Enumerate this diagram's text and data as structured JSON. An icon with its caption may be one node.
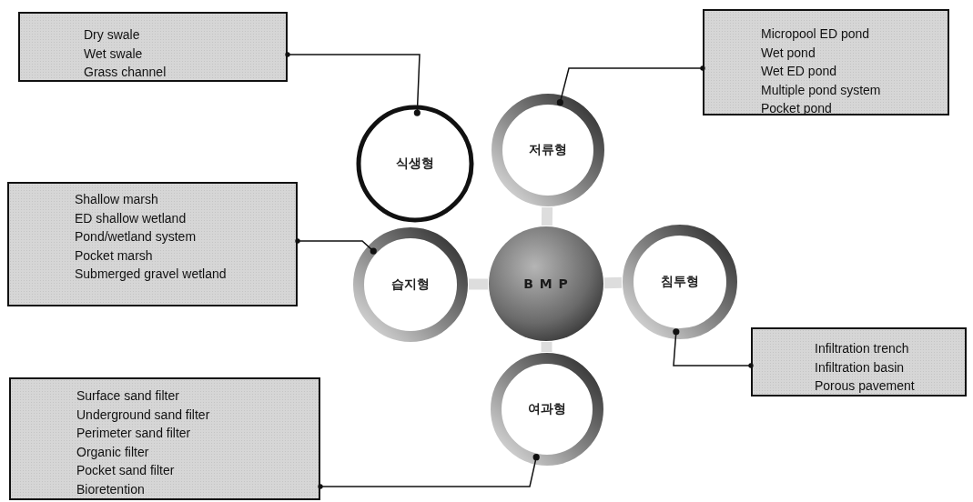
{
  "diagram": {
    "nodes": [
      {
        "text": [
          "Dry swale",
          "Wet swale",
          "Grass channel"
        ]
      },
      {
        "text": [
          "Micropool ED pond",
          "Wet pond",
          "Wet ED pond",
          "Multiple pond system",
          "Pocket pond"
        ]
      },
      {
        "text": [
          "식생형"
        ]
      },
      {
        "text": [
          "저류형"
        ]
      },
      {
        "text": [
          "Shallow marsh",
          "ED shallow wetland",
          "Pond/wetland system",
          "Pocket marsh",
          "Submerged gravel wetland"
        ]
      },
      {
        "text": [
          "습지형"
        ]
      },
      {
        "text": [
          "B M P"
        ]
      },
      {
        "text": [
          "침투형"
        ]
      },
      {
        "text": [
          "Infiltration trench",
          "Infiltration basin",
          "Porous pavement"
        ]
      },
      {
        "text": [
          "여과형"
        ]
      },
      {
        "text": [
          "Surface sand filter",
          "Underground sand filter",
          "Perimeter sand filter",
          "Organic filter",
          "Pocket sand filter",
          "Bioretention"
        ]
      }
    ],
    "edges": [
      {
        "from": 0,
        "to": 2,
        "arrow": "other"
      },
      {
        "from": 1,
        "to": 3,
        "arrow": "other"
      },
      {
        "from": 4,
        "to": 5,
        "arrow": "other"
      },
      {
        "from": 8,
        "to": 7,
        "arrow": "other"
      },
      {
        "from": 10,
        "to": 9,
        "arrow": "other"
      },
      {
        "from": 6,
        "to": 3,
        "arrow": "none",
        "style": "thick",
        "color": "#dddddd"
      },
      {
        "from": 6,
        "to": 5,
        "arrow": "none",
        "style": "thick",
        "color": "#dddddd"
      },
      {
        "from": 6,
        "to": 7,
        "arrow": "none",
        "style": "thick",
        "color": "#dddddd"
      },
      {
        "from": 6,
        "to": 9,
        "arrow": "none",
        "style": "thick",
        "color": "#dddddd"
      }
    ]
  }
}
